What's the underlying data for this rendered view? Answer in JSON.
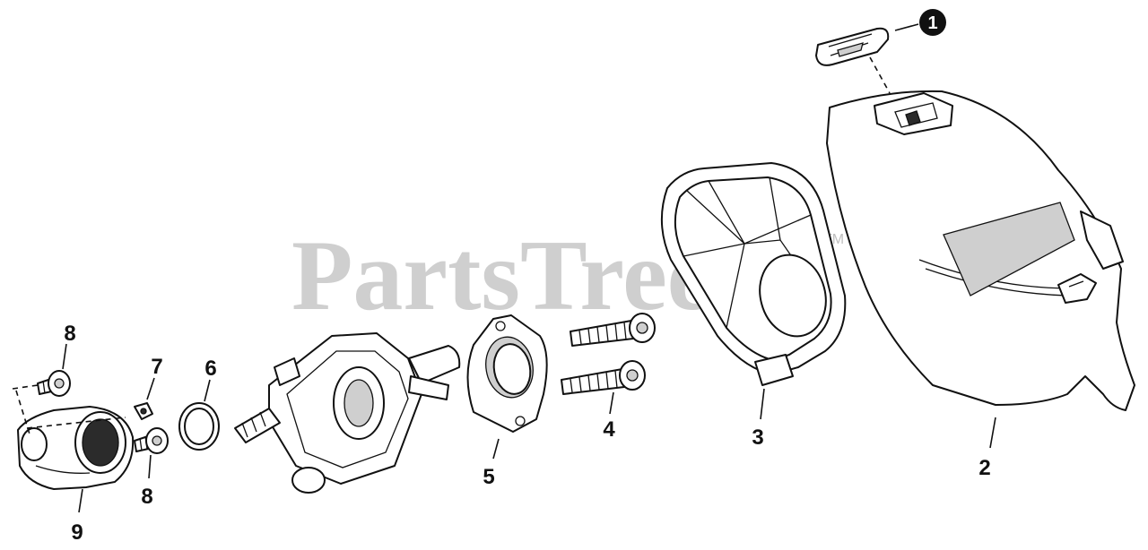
{
  "watermark": {
    "text": "PartsTree",
    "trademark": "TM"
  },
  "callouts": {
    "part_1": "1",
    "part_2": "2",
    "part_3": "3",
    "part_4": "4",
    "part_5": "5",
    "part_6": "6",
    "part_7": "7",
    "part_8_top": "8",
    "part_8_bottom": "8",
    "part_9": "9"
  },
  "colors": {
    "line": "#111111",
    "watermark": "#bfbfbf",
    "badge": "#111111"
  }
}
